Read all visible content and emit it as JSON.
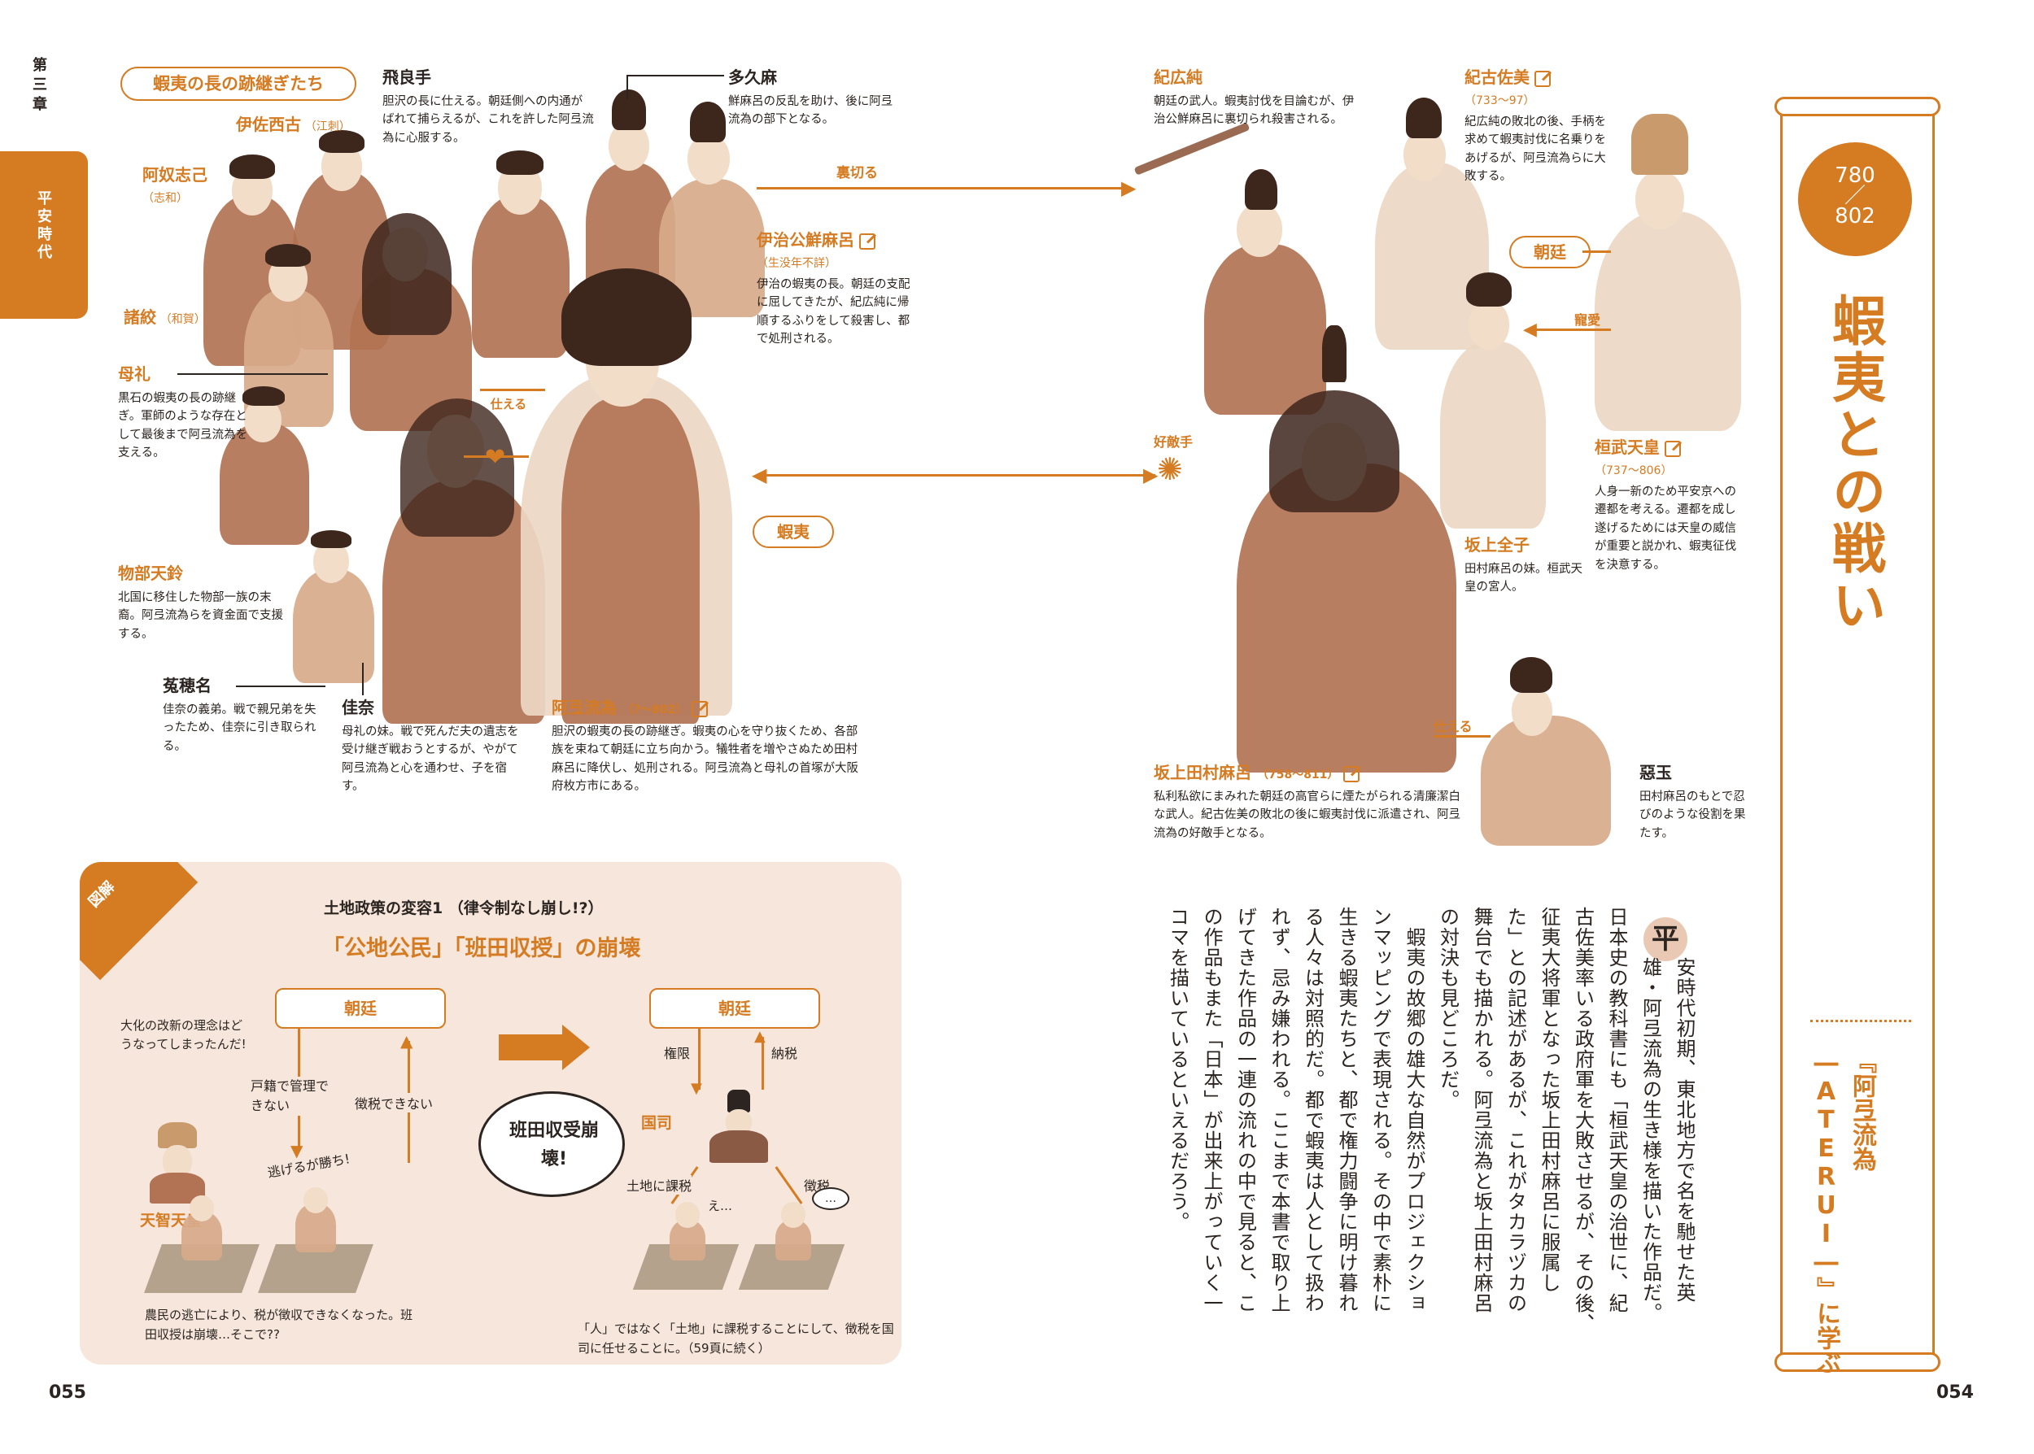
{
  "sidebar": {
    "chapter": "第三章",
    "era": "平安時代"
  },
  "left_section_title": "蝦夷の長の跡継ぎたち",
  "characters": {
    "isako": {
      "name": "伊佐西古",
      "note": "（江刺）"
    },
    "anoshiko": {
      "name": "阿奴志己",
      "note": "（志和）"
    },
    "morohashi": {
      "name": "諸絞",
      "note": "（和賀）"
    },
    "more": {
      "name": "母礼",
      "desc": "黒石の蝦夷の長の跡継ぎ。軍師のような存在として最後まで阿弖流為を支える。"
    },
    "tenrei": {
      "name": "物部天鈴",
      "desc": "北国に移住した物部一族の末裔。阿弖流為らを資金面で支援する。"
    },
    "uhona": {
      "name": "菟穂名",
      "desc": "佳奈の義弟。戦で親兄弟を失ったため、佳奈に引き取られる。"
    },
    "kana": {
      "name": "佳奈",
      "desc": "母礼の妹。戦で死んだ夫の遺志を受け継ぎ戦おうとするが、やがて阿弖流為と心を通わせ、子を宿す。"
    },
    "hirate": {
      "name": "飛良手",
      "desc": "胆沢の長に仕える。朝廷側への内通がばれて捕らえるが、これを許した阿弖流為に心服する。"
    },
    "takuma": {
      "name": "多久麻",
      "desc": "鮮麻呂の反乱を助け、後に阿弖流為の部下となる。"
    },
    "azamaro": {
      "name": "伊治公鮮麻呂",
      "years": "（生没年不詳）",
      "desc": "伊治の蝦夷の長。朝廷の支配に屈してきたが、紀広純に帰順するふりをして殺害し、都で処刑される。"
    },
    "aterui": {
      "name": "阿弖流為",
      "years": "（?～802）",
      "desc": "胆沢の蝦夷の長の跡継ぎ。蝦夷の心を守り抜くため、各部族を束ねて朝廷に立ち向かう。犠牲者を増やさぬため田村麻呂に降伏し、処刑される。阿弖流為と母礼の首塚が大阪府枚方市にある。"
    },
    "hirozumi": {
      "name": "紀広純",
      "desc": "朝廷の武人。蝦夷討伐を目論むが、伊治公鮮麻呂に裏切られ殺害される。"
    },
    "kosami": {
      "name": "紀古佐美",
      "years": "（733～97）",
      "desc": "紀広純の敗北の後、手柄を求めて蝦夷討伐に名乗りをあげるが、阿弖流為らに大敗する。"
    },
    "kanmu": {
      "name": "桓武天皇",
      "years": "（737～806）",
      "desc": "人身一新のため平安京への遷都を考える。遷都を成し遂げるためには天皇の威信が重要と説かれ、蝦夷征伐を決意する。"
    },
    "zenshi": {
      "name": "坂上全子",
      "desc": "田村麻呂の妹。桓武天皇の宮人。"
    },
    "tamuramaro": {
      "name": "坂上田村麻呂",
      "years": "（758～811）",
      "desc": "私利私欲にまみれた朝廷の高官らに煙たがられる清廉潔白な武人。紀古佐美の敗北の後に蝦夷討伐に派遣され、阿弖流為の好敵手となる。"
    },
    "shiratama": {
      "name": "惡玉",
      "desc": "田村麻呂のもとで忍びのような役割を果たす。"
    }
  },
  "relations": {
    "betray": "裏切る",
    "serve1": "仕える",
    "serve2": "仕える",
    "rival": "好敵手",
    "love": "寵愛",
    "emishi": "蝦夷",
    "court": "朝廷"
  },
  "diagram": {
    "tag": "図解",
    "subtitle": "土地政策の変容1 （律令制なし崩し!?）",
    "title": "「公地公民」「班田収授」の崩壊",
    "left_question": "大化の改新の理念はどうなってしまったんだ!",
    "court_left": "朝廷",
    "court_right": "朝廷",
    "koseki": "戸籍で管理できない",
    "chozei": "徴税できない",
    "farmer_flee": "逃げるが勝ち!",
    "tenji": "天智天皇",
    "bubble": "班田収受崩壊!",
    "kengen": "権限",
    "nozei": "納税",
    "kokushi": "国司",
    "tochi": "土地に課税",
    "chozei2": "徴税",
    "e": "え…",
    "dots": "…",
    "caption_left": "農民の逃亡により、税が徴収できなくなった。班田収授は崩壊…そこで??",
    "caption_right": "「人」ではなく「土地」に課税することにして、徴税を国司に任せることに。（59頁に続く）"
  },
  "essay": {
    "drop": "平",
    "columns": [
      "安時代初期、東北地方で名を馳せた英",
      "雄・阿弖流為の生き様を描いた作品だ。",
      "日本史の教科書にも「桓武天皇の治世に、紀",
      "古佐美率いる政府軍を大敗させるが、その後、",
      "征夷大将軍となった坂上田村麻呂に服属し",
      "た」との記述があるが、これがタカラヅカの",
      "舞台でも描かれる。阿弖流為と坂上田村麻呂",
      "の対決も見どころだ。",
      "　蝦夷の故郷の雄大な自然がプロジェクショ",
      "ンマッピングで表現される。その中で素朴に",
      "生きる蝦夷たちと、都で権力闘争に明け暮れ",
      "る人々は対照的だ。都で蝦夷は人として扱わ",
      "れず、忌み嫌われる。ここまで本書で取り上",
      "げてきた作品の一連の流れの中で見ると、こ",
      "の作品もまた「日本」が出来上がっていく一",
      "コマを描いているといえるだろう。"
    ]
  },
  "scroll": {
    "years_top": "780",
    "years_bottom": "802",
    "title": "蝦夷との戦い",
    "lesson": "『阿弖流為 ―ATERUI―』に学ぶ"
  },
  "pages": {
    "left": "055",
    "right": "054"
  }
}
